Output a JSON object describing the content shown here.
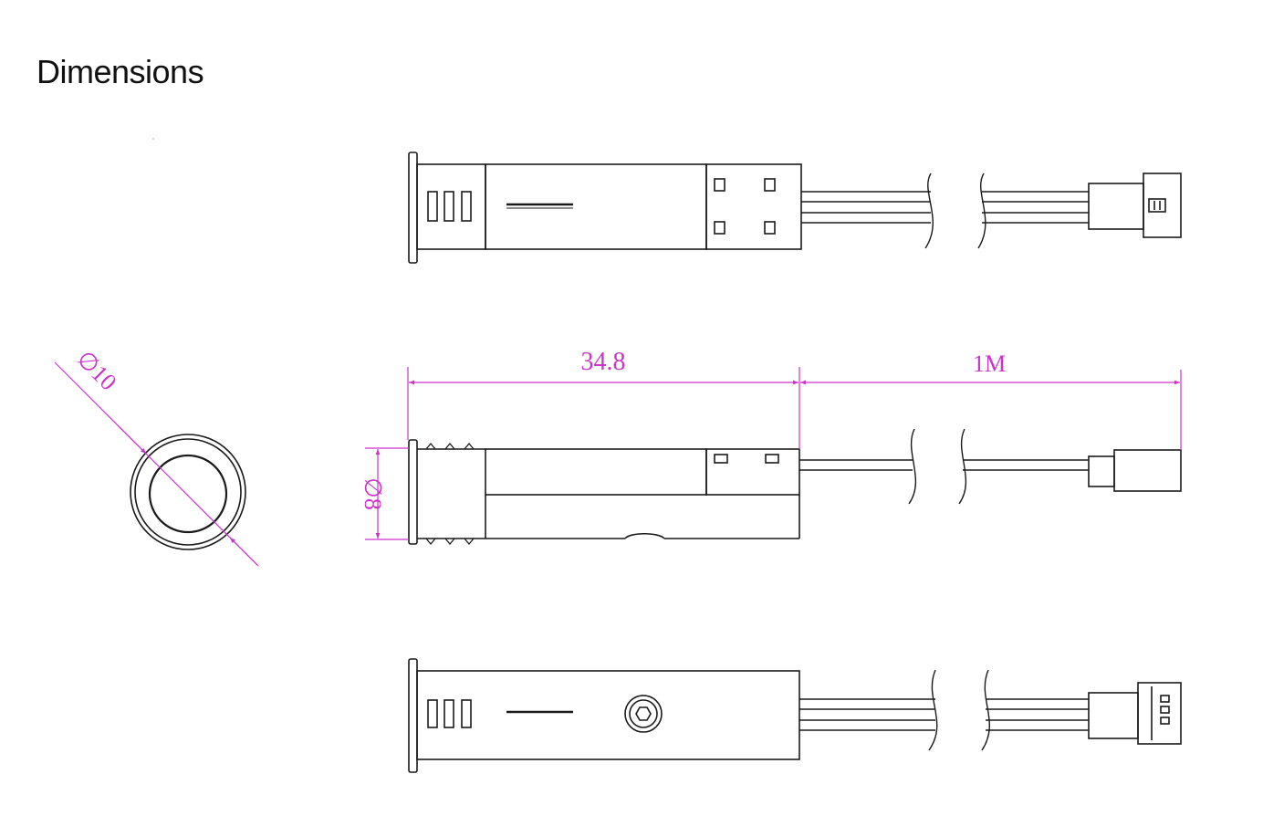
{
  "page": {
    "title": "Dimensions"
  },
  "dimensions": {
    "length_label": "34.8",
    "cable_label": "1M",
    "diameter_body_label": "∅8",
    "diameter_cap_label": "∅10"
  },
  "colors": {
    "line": "#1a1a1a",
    "dimension": "#cc33cc"
  }
}
